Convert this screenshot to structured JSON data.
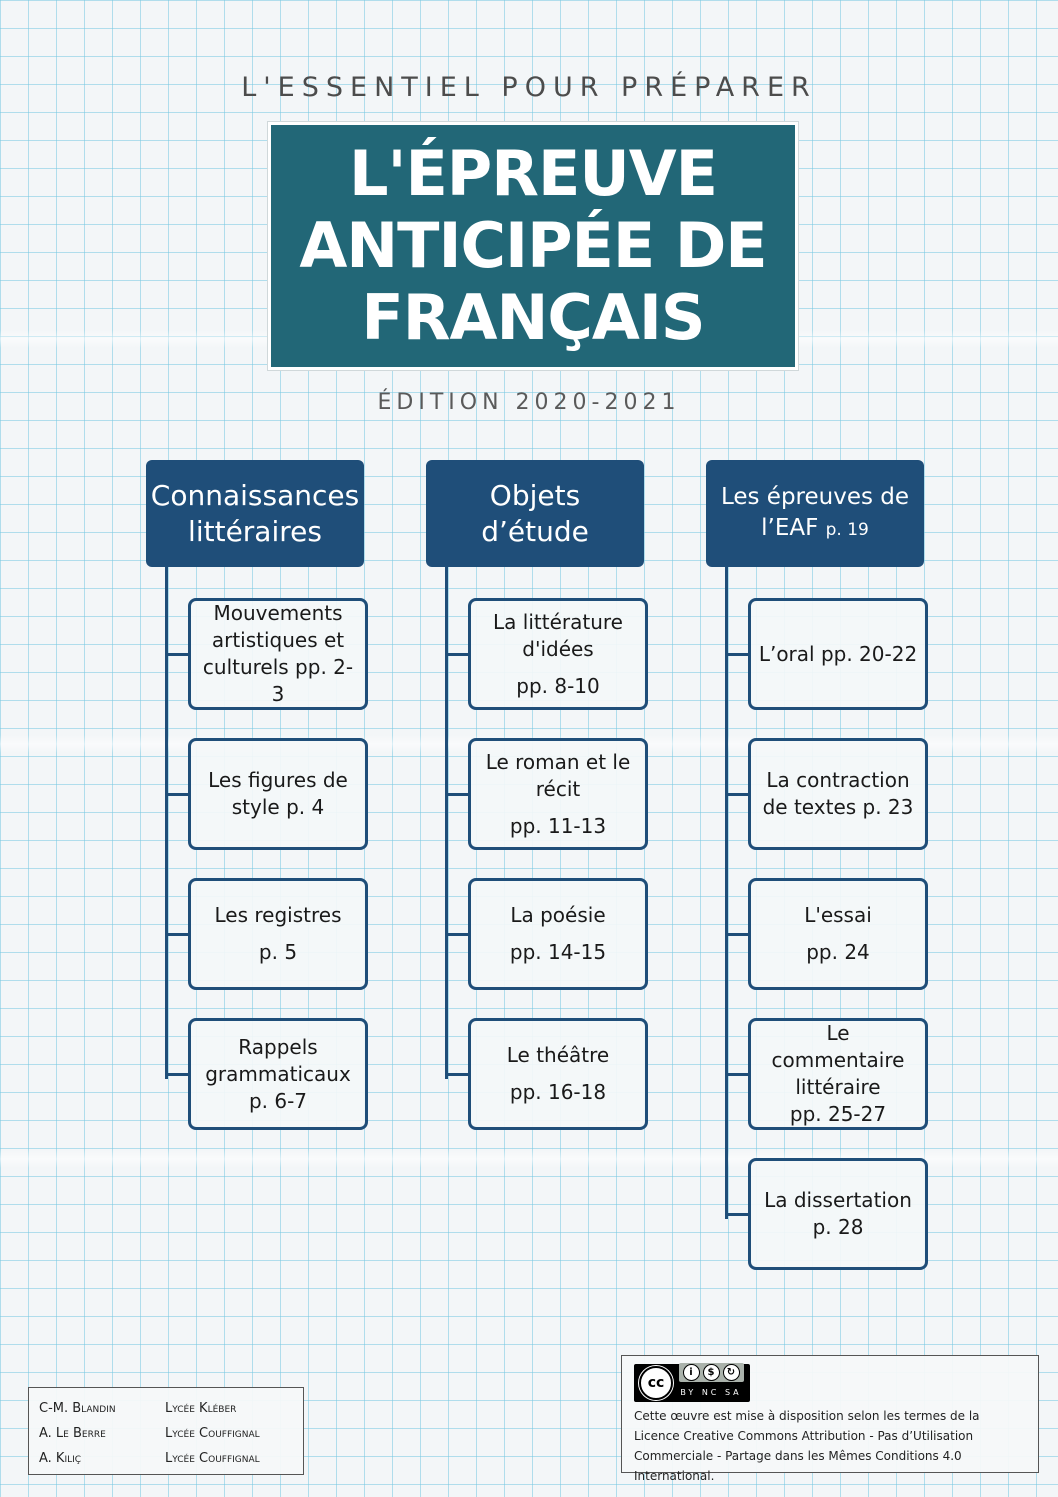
{
  "header": {
    "kicker": "L'ESSENTIEL POUR PRÉPARER",
    "title_lines": [
      "L'ÉPREUVE",
      "ANTICIPÉE DE",
      "FRANÇAIS"
    ],
    "edition": "ÉDITION 2020-2021"
  },
  "columns": [
    {
      "title": "Connaissances littéraires",
      "items": [
        {
          "label": "Mouvements artistiques et culturels pp. 2-3",
          "pages": ""
        },
        {
          "label": "Les figures de style p. 4",
          "pages": ""
        },
        {
          "label": "Les registres",
          "pages": "p. 5"
        },
        {
          "label": "Rappels grammaticaux p. 6-7",
          "pages": ""
        }
      ]
    },
    {
      "title": "Objets d’étude",
      "items": [
        {
          "label": "La littérature d'idées",
          "pages": "pp. 8-10"
        },
        {
          "label": "Le roman et le récit",
          "pages": "pp. 11-13"
        },
        {
          "label": "La poésie",
          "pages": "pp. 14-15"
        },
        {
          "label": "Le théâtre",
          "pages": "pp. 16-18"
        }
      ]
    },
    {
      "title": "Les épreuves de l’EAF",
      "title_suffix": "p. 19",
      "items": [
        {
          "label": "L’oral pp. 20-22",
          "pages": ""
        },
        {
          "label": "La contraction de textes p. 23",
          "pages": ""
        },
        {
          "label": "L'essai",
          "pages": "pp. 24"
        },
        {
          "label": "Le commentaire littéraire",
          "pages": "pp. 25-27"
        },
        {
          "label": "La dissertation p. 28",
          "pages": ""
        }
      ]
    }
  ],
  "authors": [
    {
      "name": "C-M. Blandin",
      "school": "Lycée Kléber"
    },
    {
      "name": "A. Le Berre",
      "school": "Lycée Couffignal"
    },
    {
      "name": "A. Kiliç",
      "school": "Lycée Couffignal"
    }
  ],
  "license": {
    "badge_cc": "cc",
    "badge_codes": "BY NC SA",
    "text": "Cette œuvre est mise à disposition selon les termes de la Licence Creative Commons Attribution - Pas d’Utilisation Commerciale - Partage dans les Mêmes Conditions 4.0 International."
  }
}
